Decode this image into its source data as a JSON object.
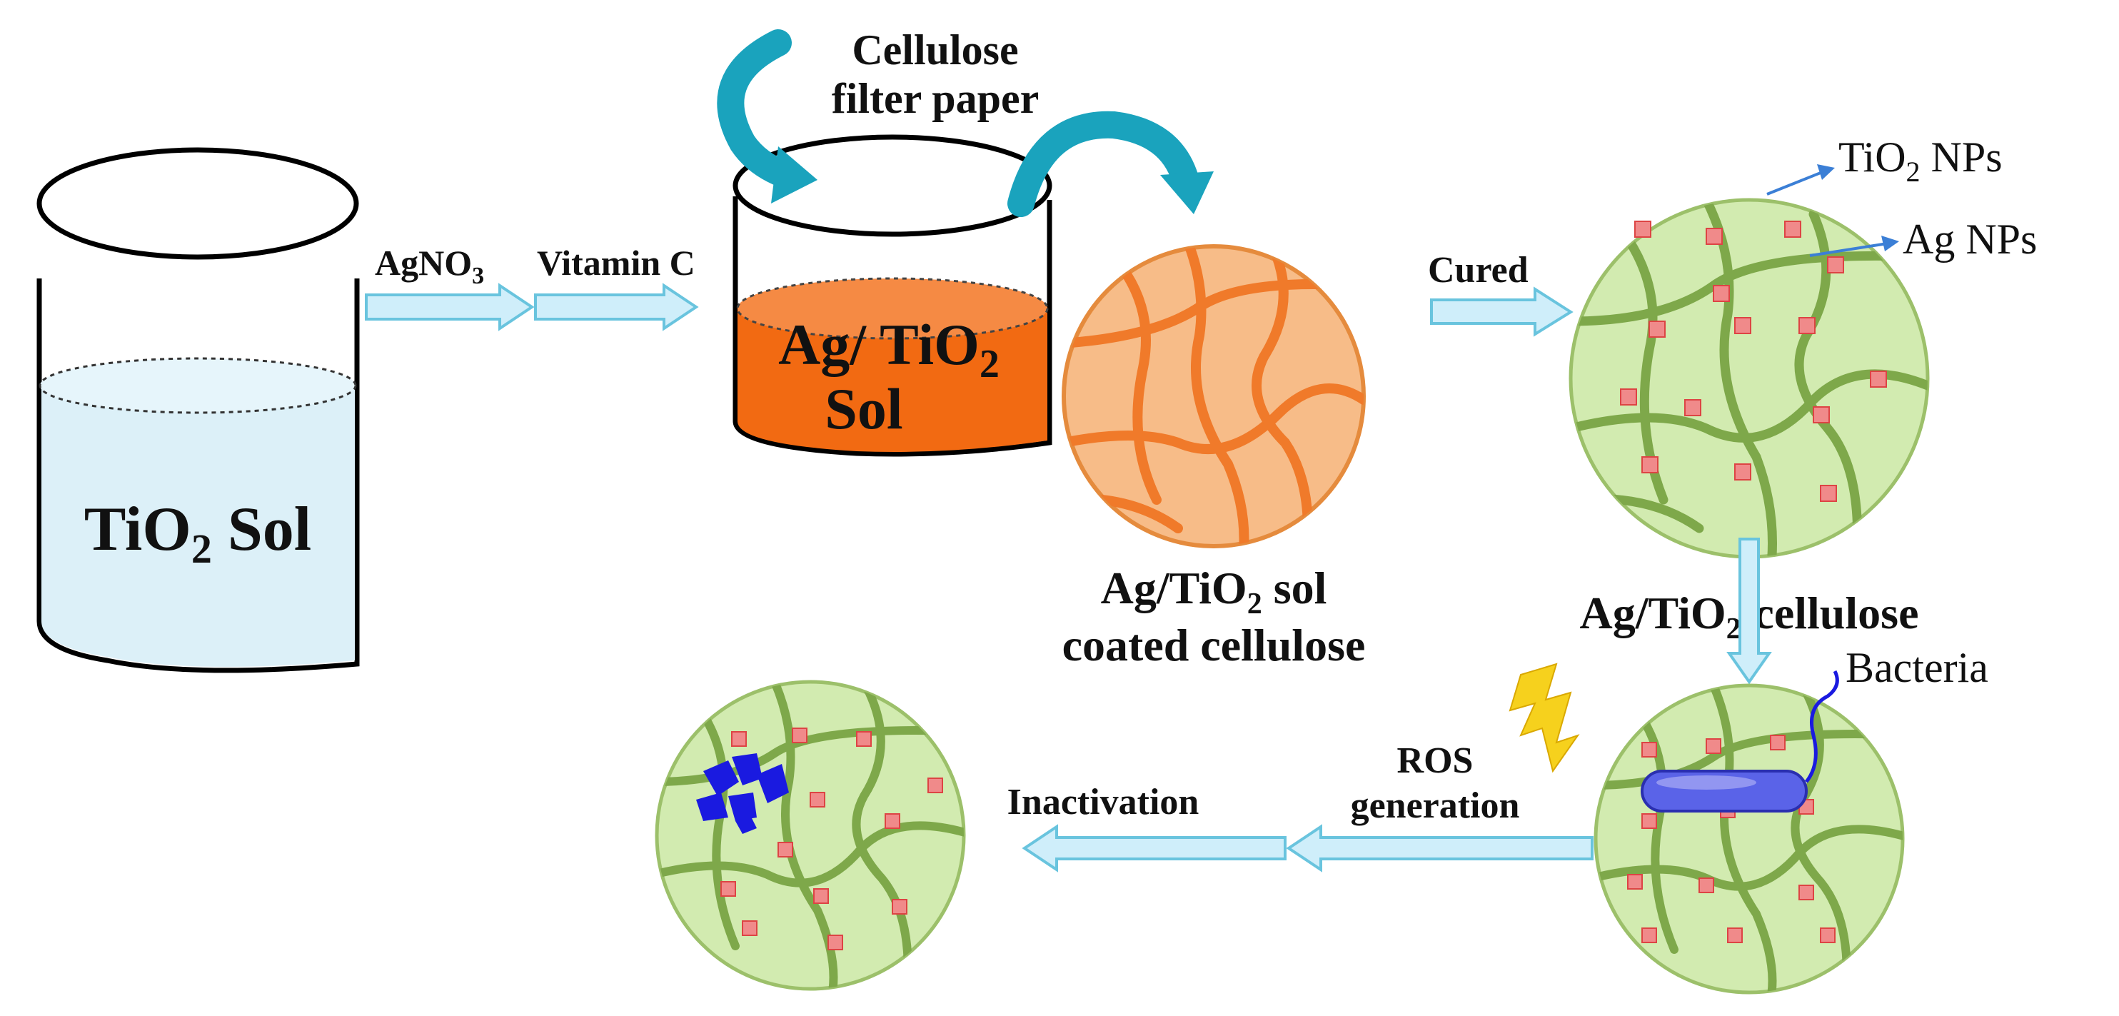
{
  "colors": {
    "sol_blue": "#dcf0f8",
    "sol_orange": "#f26a12",
    "cellulose_fill": "#f7bc88",
    "cellulose_fiber": "#f07a2a",
    "composite_fill": "#d2ebb0",
    "composite_fiber": "#7ea84a",
    "nanoparticle": "#f08a8a",
    "process_arrow": "#cfeefa",
    "process_arrow_stroke": "#69c4de",
    "curl_arrow": "#1aa3bd",
    "bacteria": "#5a63e8",
    "debris": "#1a1ae0",
    "lightning": "#f6d11d",
    "pointer_line": "#3b7fd6"
  },
  "icons": [
    "beaker-icon",
    "curved-arrow-icon",
    "lightning-icon",
    "bacteria-icon"
  ],
  "beaker1": {
    "label_main": "TiO",
    "label_sub": "2",
    "label_tail": " Sol"
  },
  "step1": {
    "reagent1_main": "AgNO",
    "reagent1_sub": "3",
    "reagent2": "Vitamin C"
  },
  "beaker2": {
    "line1_main": "Ag/ TiO",
    "line1_sub": "2",
    "line2": "Sol"
  },
  "cellulose_paper": {
    "line1": "Cellulose",
    "line2": "filter paper"
  },
  "coated": {
    "line1_main": "Ag/TiO",
    "line1_sub": "2",
    "line1_tail": " sol",
    "line2": "coated cellulose"
  },
  "step2": {
    "label": "Cured"
  },
  "composite": {
    "label_main": "Ag/TiO",
    "label_sub": "2",
    "label_tail": "/cellulose"
  },
  "callouts": {
    "tio2_main": "TiO",
    "tio2_sub": "2",
    "tio2_tail": " NPs",
    "ag": "Ag NPs",
    "bacteria": "Bacteria"
  },
  "step3": {
    "line1": "ROS",
    "line2": "generation"
  },
  "step4": {
    "label": "Inactivation"
  }
}
